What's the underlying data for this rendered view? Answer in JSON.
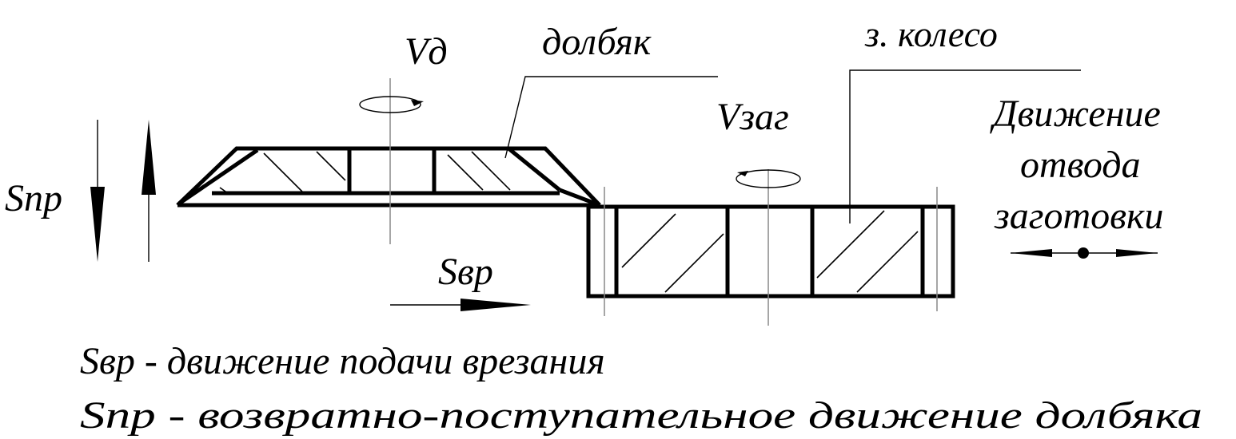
{
  "labels": {
    "v_d": "Vд",
    "cutter": "долбяк",
    "gear": "з. колесо",
    "v_zag": "Vзаг",
    "s_pr": "Sпр",
    "s_vr": "Sвр",
    "retract_line1": "Движение",
    "retract_line2": "отвода",
    "retract_line3": "заготовки"
  },
  "legend": {
    "line1": "Sвр - движение подачи врезания",
    "line2": "Sпр - возвратно-поступательное движение долбяка"
  }
}
